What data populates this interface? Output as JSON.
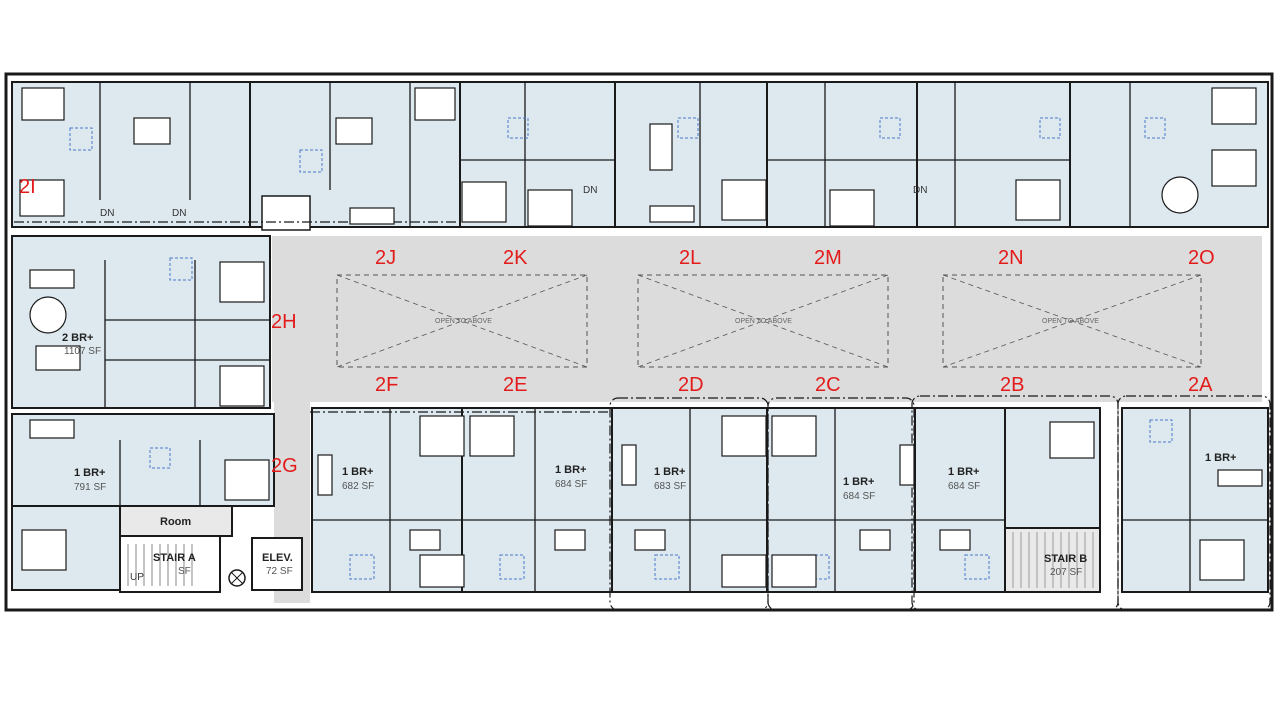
{
  "colors": {
    "unit_fill": "#dde9ef",
    "corridor_fill": "#dcdcdc",
    "stair_fill": "#e9e9e9",
    "wall": "#1a1a1a",
    "label_red": "#e31b1b",
    "fixture_blue": "#4a78c8"
  },
  "unit_labels": [
    "2I",
    "2J",
    "2K",
    "2L",
    "2M",
    "2N",
    "2O",
    "2H",
    "2F",
    "2E",
    "2D",
    "2C",
    "2B",
    "2A",
    "2G"
  ],
  "unit_types": {
    "u2H": {
      "type": "2 BR+",
      "area": "1107 SF"
    },
    "u2G": {
      "type": "1 BR+",
      "area": "791 SF"
    },
    "u2F": {
      "type": "1 BR+",
      "area": "682 SF"
    },
    "u2E": {
      "type": "1 BR+",
      "area": "684 SF"
    },
    "u2D": {
      "type": "1 BR+",
      "area": "683 SF"
    },
    "u2C": {
      "type": "1 BR+",
      "area": "684 SF"
    },
    "u2B": {
      "type": "1 BR+",
      "area": "684 SF"
    },
    "u2A": {
      "type": "1 BR+"
    }
  },
  "open_to_above": [
    "OPEN TO ABOVE",
    "OPEN TO ABOVE",
    "OPEN TO ABOVE"
  ],
  "rooms": {
    "room": "Room",
    "stair_a": "STAIR A",
    "stair_a_area": "SF",
    "stair_a_sub": "UP",
    "elevator": "ELEV.",
    "elevator_area": "72 SF",
    "stair_b": "STAIR B",
    "stair_b_area": "207 SF"
  },
  "dn_labels": [
    "DN",
    "DN",
    "DN",
    "DN"
  ]
}
